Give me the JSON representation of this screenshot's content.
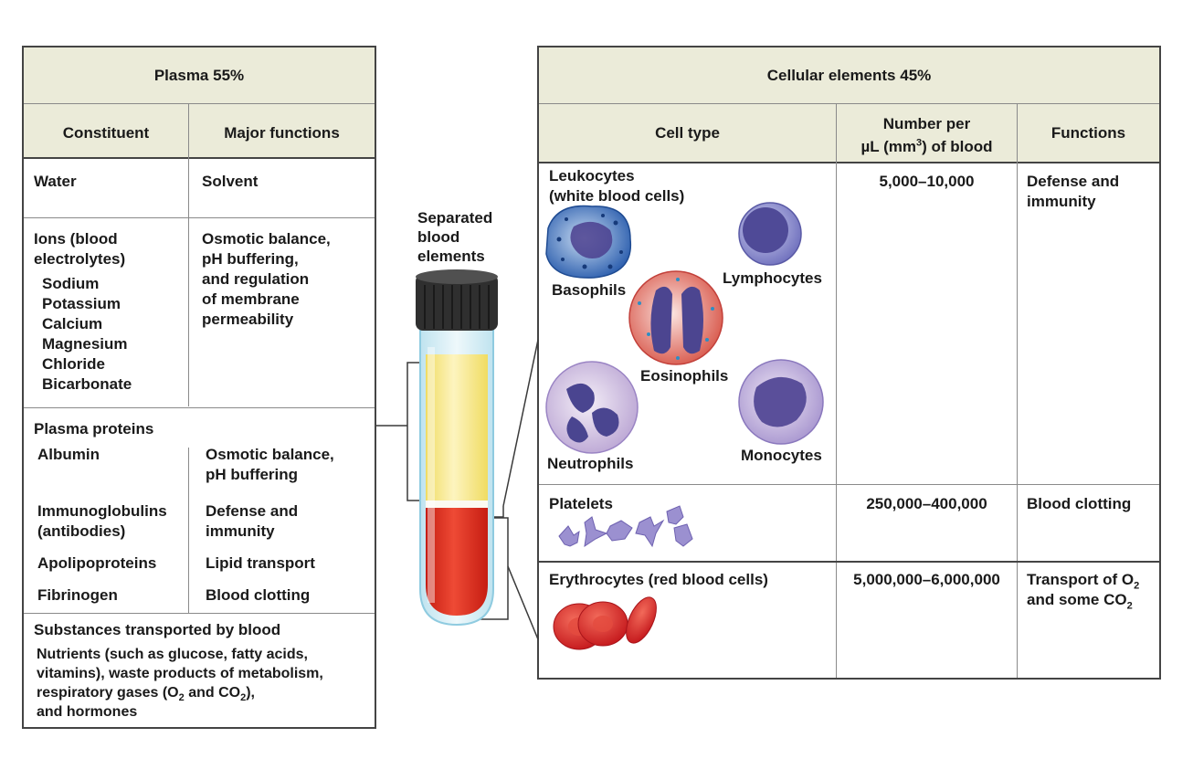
{
  "plasma": {
    "title": "Plasma 55%",
    "col_constituent": "Constituent",
    "col_functions": "Major functions",
    "water": {
      "constituent": "Water",
      "function": "Solvent"
    },
    "ions": {
      "constituent_line1": "Ions (blood",
      "constituent_line2": "electrolytes)",
      "items": [
        "Sodium",
        "Potassium",
        "Calcium",
        "Magnesium",
        "Chloride",
        "Bicarbonate"
      ],
      "function_lines": [
        "Osmotic balance,",
        "pH buffering,",
        "and regulation",
        "of membrane",
        "permeability"
      ]
    },
    "proteins": {
      "heading": "Plasma proteins",
      "albumin": "Albumin",
      "albumin_function_lines": [
        "Osmotic balance,",
        "pH buffering"
      ],
      "immunoglobulins_lines": [
        "Immunoglobulins",
        "(antibodies)"
      ],
      "immunoglobulins_function_lines": [
        "Defense and",
        "immunity"
      ],
      "apolipoproteins": "Apolipoproteins",
      "apolipoproteins_function": "Lipid transport",
      "fibrinogen": "Fibrinogen",
      "fibrinogen_function": "Blood clotting"
    },
    "substances": {
      "heading": "Substances transported by blood",
      "line1": "Nutrients (such as glucose, fatty acids,",
      "line2": "vitamins), waste products of metabolism,",
      "line3_pre": "respiratory gases (O",
      "line3_sub1": "2",
      "line3_mid": " and CO",
      "line3_sub2": "2",
      "line3_post": "),",
      "line4": "and hormones"
    }
  },
  "tube": {
    "label_lines": [
      "Separated",
      "blood",
      "elements"
    ]
  },
  "cellular": {
    "title": "Cellular elements 45%",
    "col_cell_type": "Cell type",
    "col_number_line1": "Number per",
    "col_number_pre": "µL (mm",
    "col_number_sup": "3",
    "col_number_post": ") of blood",
    "col_functions": "Functions",
    "leukocytes": {
      "name_line1": "Leukocytes",
      "name_line2": "(white blood cells)",
      "number": "5,000–10,000",
      "function_lines": [
        "Defense and",
        "immunity"
      ],
      "cells": [
        "Basophils",
        "Lymphocytes",
        "Eosinophils",
        "Neutrophils",
        "Monocytes"
      ]
    },
    "platelets": {
      "name": "Platelets",
      "number": "250,000–400,000",
      "function": "Blood clotting"
    },
    "erythrocytes": {
      "name": "Erythrocytes (red blood cells)",
      "number": "5,000,000–6,000,000",
      "function_pre": "Transport of O",
      "function_sub1": "2",
      "function_line2_pre": "and some CO",
      "function_sub2": "2"
    }
  },
  "colors": {
    "header_fill": "#ebebd9",
    "plasma_yellow": "#f3e27a",
    "blood_red": "#d42a1e",
    "cap": "#2b2b2b"
  }
}
